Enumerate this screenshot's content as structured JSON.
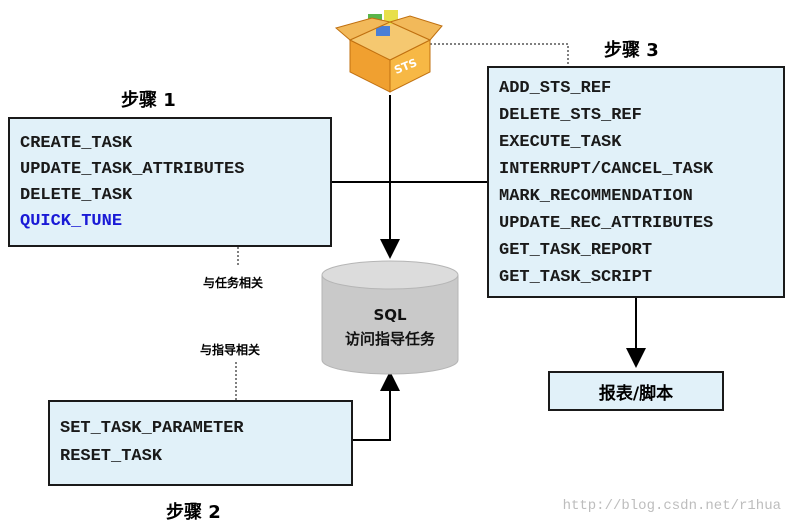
{
  "steps": {
    "step1": "步骤 1",
    "step2": "步骤 2",
    "step3": "步骤 3"
  },
  "step1_items": [
    "CREATE_TASK",
    "UPDATE_TASK_ATTRIBUTES",
    "DELETE_TASK",
    "QUICK_TUNE"
  ],
  "step2_items": [
    "SET_TASK_PARAMETER",
    "RESET_TASK"
  ],
  "step3_items": [
    "ADD_STS_REF",
    "DELETE_STS_REF",
    "EXECUTE_TASK",
    "INTERRUPT/CANCEL_TASK",
    "MARK_RECOMMENDATION",
    "UPDATE_REC_ATTRIBUTES",
    "GET_TASK_REPORT",
    "GET_TASK_SCRIPT"
  ],
  "notes": {
    "task_related": "与任务相关",
    "guide_related": "与指导相关"
  },
  "database": {
    "line1": "SQL",
    "line2": "访问指导任务"
  },
  "report": "报表/脚本",
  "sts_label": "STS",
  "watermark": "http://blog.csdn.net/r1hua",
  "colors": {
    "box_fill": "#e1f1f9",
    "highlight_text": "#1a1ad6",
    "arrow_red": "#d6262b"
  }
}
